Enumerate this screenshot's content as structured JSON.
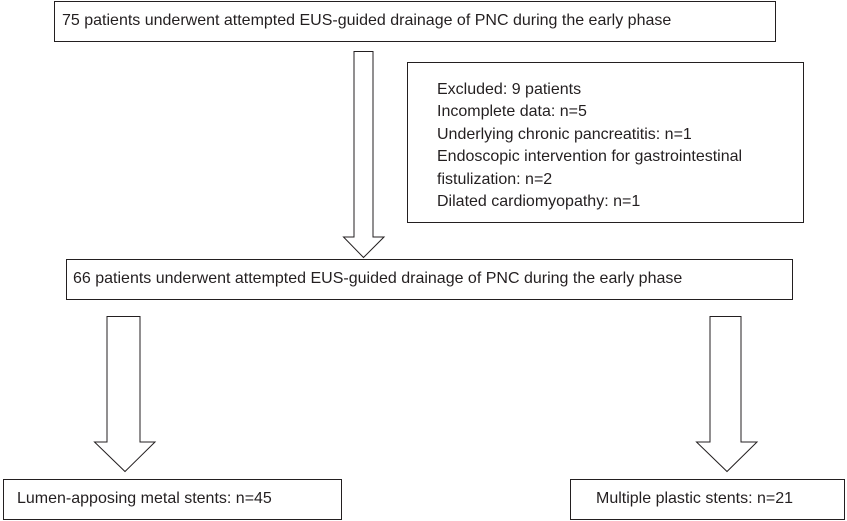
{
  "flow": {
    "top_box": "75 patients underwent attempted EUS-guided drainage of PNC during the early phase",
    "excluded": {
      "lines": [
        "Excluded: 9 patients",
        "Incomplete data: n=5",
        "Underlying chronic pancreatitis: n=1",
        "Endoscopic intervention for gastrointestinal",
        "fistulization: n=2",
        "Dilated cardiomyopathy: n=1"
      ]
    },
    "middle_box": "66 patients underwent attempted EUS-guided drainage of PNC during the early phase",
    "left_box": "Lumen-apposing metal stents: n=45",
    "right_box": "Multiple plastic stents: n=21"
  }
}
